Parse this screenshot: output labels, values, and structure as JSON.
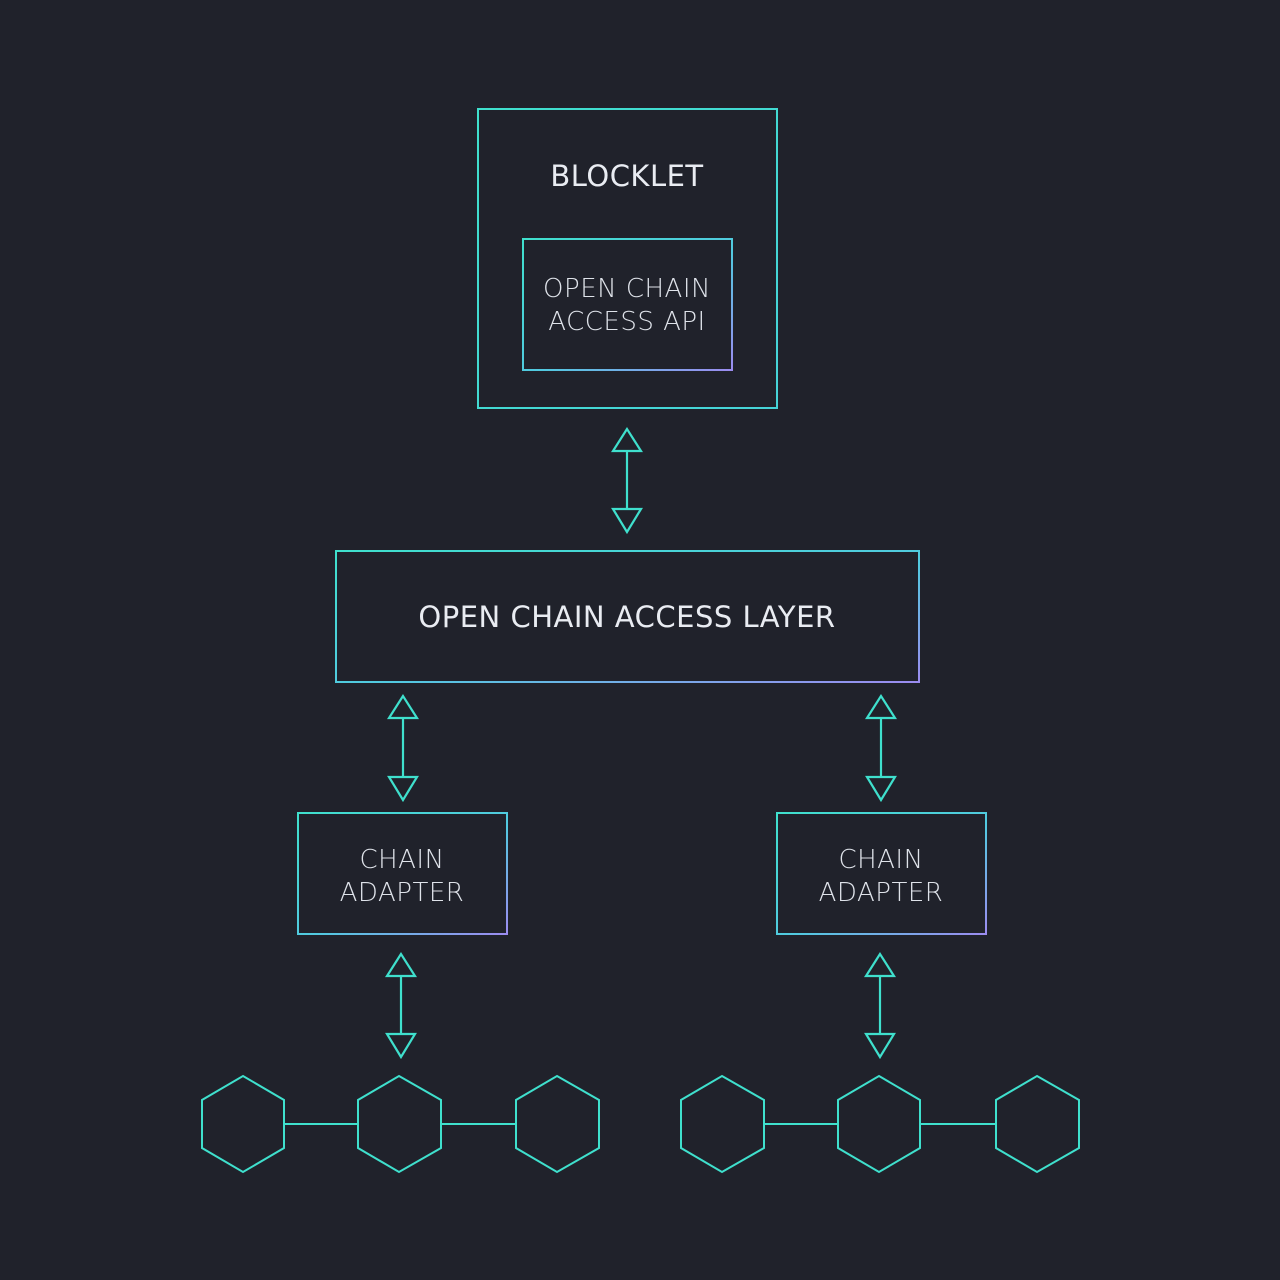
{
  "colors": {
    "background": "#20222b",
    "teal": "#3fe0cd",
    "violet": "#9b8cf0",
    "text": "#e9ecf2"
  },
  "blocklet": {
    "title": "BLOCKLET",
    "api_line1": "OPEN CHAIN",
    "api_line2": "ACCESS API"
  },
  "access_layer": {
    "title": "OPEN CHAIN ACCESS LAYER"
  },
  "adapters": [
    {
      "line1": "CHAIN",
      "line2": "ADAPTER"
    },
    {
      "line1": "CHAIN",
      "line2": "ADAPTER"
    }
  ],
  "chains": [
    {
      "block_icon": "hexagon-icon",
      "blocks": 3
    },
    {
      "block_icon": "hexagon-icon",
      "blocks": 3
    }
  ]
}
